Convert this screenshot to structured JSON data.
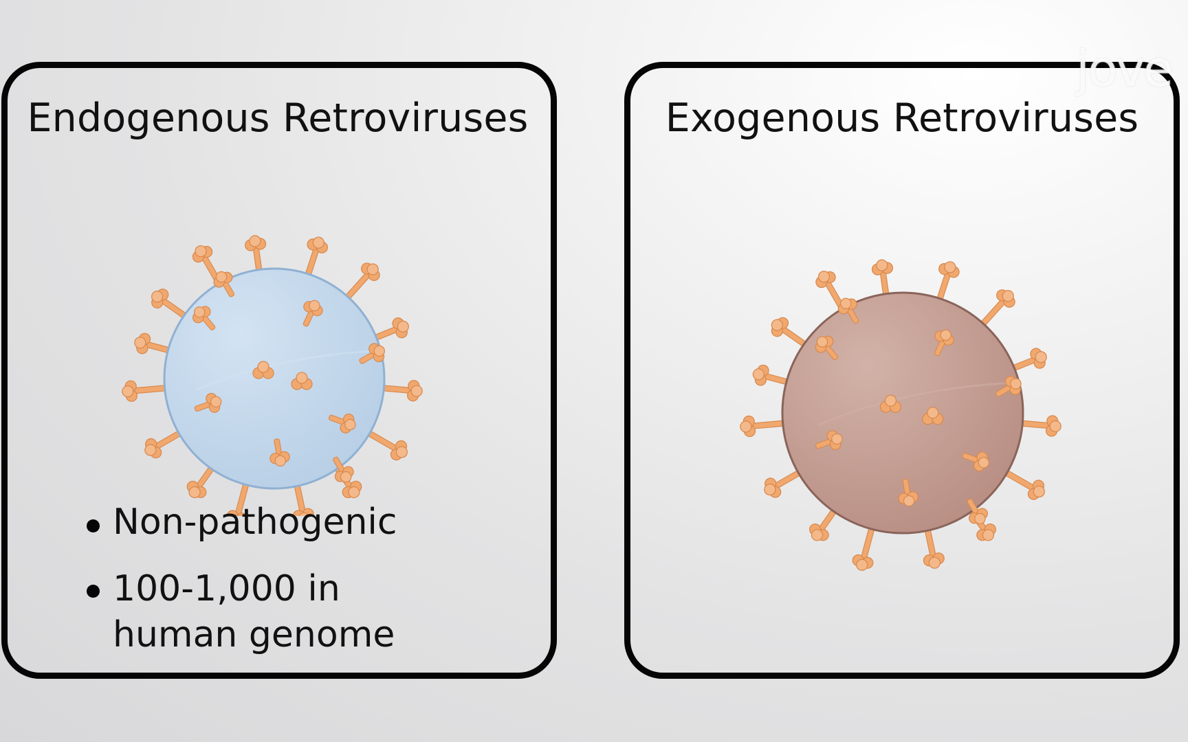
{
  "panels": {
    "endogenous": {
      "title": "Endogenous Retroviruses",
      "bullets": [
        "Non-pathogenic",
        "100-1,000 in human genome"
      ]
    },
    "exogenous": {
      "title": "Exogenous Retroviruses"
    }
  },
  "logo": "jove",
  "colors": {
    "endogenous_virus_body": "#b8cfe6",
    "exogenous_virus_body": "#b98f84",
    "spike": "#f0a86e",
    "border": "#050505"
  },
  "icons": {
    "endogenous_virus": "blue-virus-icon",
    "exogenous_virus": "brown-virus-icon"
  }
}
